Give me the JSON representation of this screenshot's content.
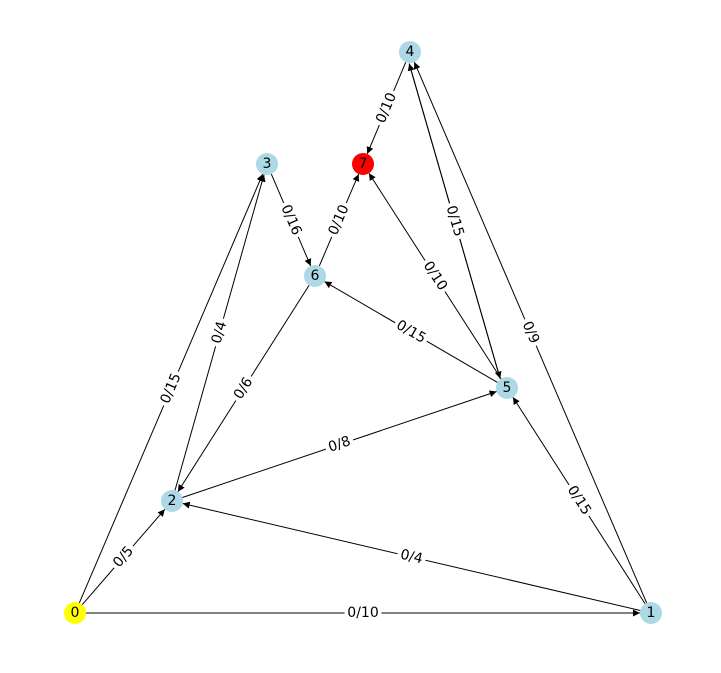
{
  "graph": {
    "type": "directed-flow-network",
    "source_color": "#ffff00",
    "sink_color": "#ff0000",
    "default_color": "#add8e6",
    "nodes": [
      {
        "id": "0",
        "label": "0",
        "color": "#ffff00"
      },
      {
        "id": "1",
        "label": "1",
        "color": "#add8e6"
      },
      {
        "id": "2",
        "label": "2",
        "color": "#add8e6"
      },
      {
        "id": "3",
        "label": "3",
        "color": "#add8e6"
      },
      {
        "id": "4",
        "label": "4",
        "color": "#add8e6"
      },
      {
        "id": "5",
        "label": "5",
        "color": "#add8e6"
      },
      {
        "id": "6",
        "label": "6",
        "color": "#add8e6"
      },
      {
        "id": "7",
        "label": "7",
        "color": "#ff0000"
      }
    ],
    "edges": [
      {
        "from": "0",
        "to": "1",
        "label": "0/10"
      },
      {
        "from": "0",
        "to": "2",
        "label": "0/5"
      },
      {
        "from": "0",
        "to": "3",
        "label": "0/15"
      },
      {
        "from": "2",
        "to": "3",
        "label": "0/4"
      },
      {
        "from": "3",
        "to": "6",
        "label": "0/16"
      },
      {
        "from": "6",
        "to": "2",
        "label": "0/6"
      },
      {
        "from": "2",
        "to": "5",
        "label": "0/8"
      },
      {
        "from": "1",
        "to": "2",
        "label": "0/4"
      },
      {
        "from": "1",
        "to": "5",
        "label": "0/15"
      },
      {
        "from": "1",
        "to": "4",
        "label": "0/9"
      },
      {
        "from": "5",
        "to": "4",
        "label": "0/15"
      },
      {
        "from": "4",
        "to": "5",
        "label": "0/15"
      },
      {
        "from": "4",
        "to": "7",
        "label": "0/10"
      },
      {
        "from": "5",
        "to": "7",
        "label": "0/10"
      },
      {
        "from": "5",
        "to": "6",
        "label": "0/15"
      },
      {
        "from": "6",
        "to": "7",
        "label": "0/10"
      }
    ]
  }
}
